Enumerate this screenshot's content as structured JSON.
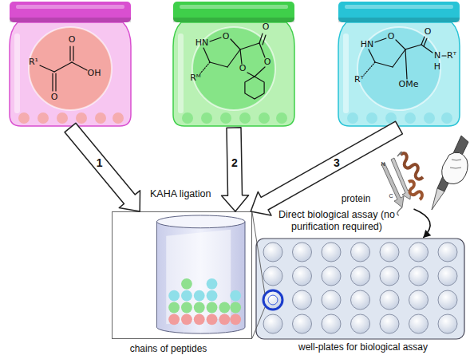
{
  "diagram": {
    "nodes": [
      {
        "text": [
          "R¹",
          "O",
          "O",
          "OH"
        ]
      },
      {
        "text": [
          "HN",
          "O",
          "O",
          "O",
          "O",
          "Rᴹ"
        ]
      },
      {
        "text": [
          "HN",
          "O",
          "OMe",
          "Rᵀ",
          "O",
          "N",
          "H",
          "Rᵀ"
        ]
      },
      {
        "text": [
          "chains of peptides"
        ]
      },
      {
        "text": [
          "protein"
        ]
      },
      {
        "text": [
          "well-plates for biological assay"
        ]
      }
    ],
    "edges": [
      {
        "from": 0,
        "to": 3,
        "label": "1",
        "arrow": "to"
      },
      {
        "from": 1,
        "to": 3,
        "label": "2",
        "arrow": "to"
      },
      {
        "from": 2,
        "to": 3,
        "label": "3",
        "arrow": "to"
      },
      {
        "from": 4,
        "to": 5,
        "arrow": "to"
      }
    ],
    "labels": [
      "KAHA ligation",
      "Direct biological assay (no purification required)",
      "N",
      "C"
    ]
  }
}
